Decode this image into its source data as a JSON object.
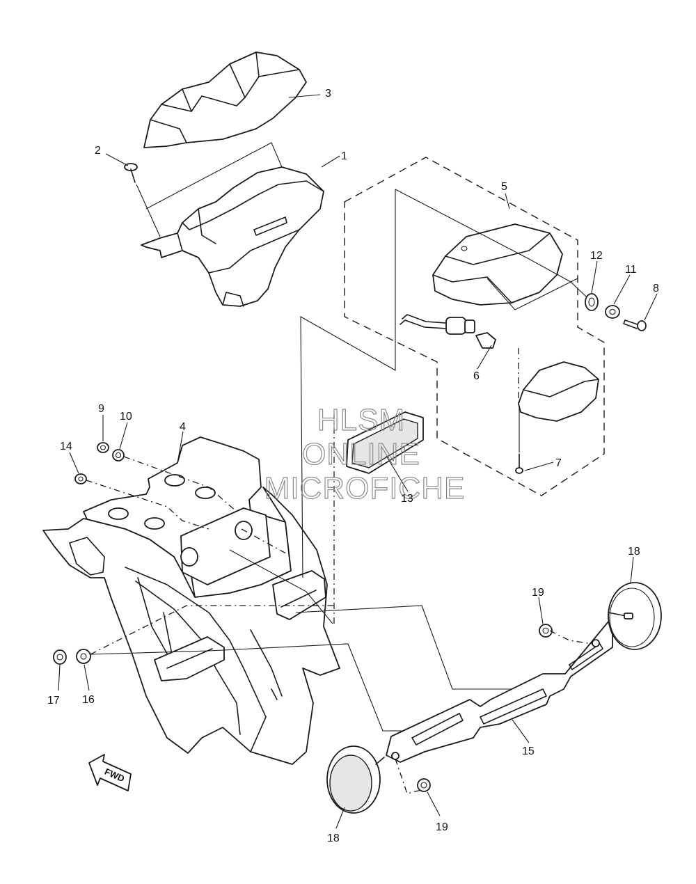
{
  "watermark": {
    "line1": "HLSM",
    "line2": "ONLINE",
    "line3": "MICROFICHE"
  },
  "direction_badge": {
    "label": "FWD"
  },
  "callouts": [
    {
      "id": "1",
      "label": "1"
    },
    {
      "id": "2",
      "label": "2"
    },
    {
      "id": "3",
      "label": "3"
    },
    {
      "id": "4",
      "label": "4"
    },
    {
      "id": "5",
      "label": "5"
    },
    {
      "id": "6",
      "label": "6"
    },
    {
      "id": "7",
      "label": "7"
    },
    {
      "id": "8",
      "label": "8"
    },
    {
      "id": "9",
      "label": "9"
    },
    {
      "id": "10",
      "label": "10"
    },
    {
      "id": "11",
      "label": "11"
    },
    {
      "id": "12",
      "label": "12"
    },
    {
      "id": "13",
      "label": "13"
    },
    {
      "id": "14",
      "label": "14"
    },
    {
      "id": "15",
      "label": "15"
    },
    {
      "id": "16",
      "label": "16"
    },
    {
      "id": "17",
      "label": "17"
    },
    {
      "id": "18a",
      "label": "18"
    },
    {
      "id": "18b",
      "label": "18"
    },
    {
      "id": "19a",
      "label": "19"
    },
    {
      "id": "19b",
      "label": "19"
    }
  ]
}
